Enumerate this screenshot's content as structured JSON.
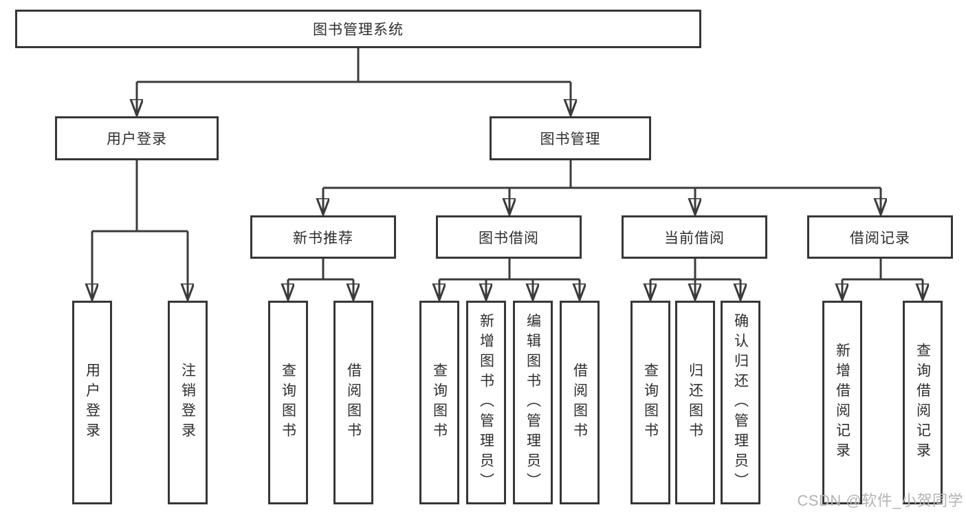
{
  "colors": {
    "background": "#ffffff",
    "line": "#3b3b3b",
    "box_border": "#363636",
    "text": "#2e2e2e",
    "watermark": "#b3b3b3"
  },
  "watermark": "CSDN @软件_小贺同学",
  "tree": {
    "root": "图书管理系统",
    "user_login": {
      "label": "用户登录",
      "children": [
        "用户登录",
        "注销登录"
      ]
    },
    "book_mgmt": {
      "label": "图书管理",
      "sections": [
        {
          "label": "新书推荐",
          "children": [
            "查询图书",
            "借阅图书"
          ]
        },
        {
          "label": "图书借阅",
          "children": [
            "查询图书",
            "新增图书（管理员）",
            "编辑图书（管理员）",
            "借阅图书"
          ]
        },
        {
          "label": "当前借阅",
          "children": [
            "查询图书",
            "归还图书",
            "确认归还（管理员）"
          ]
        },
        {
          "label": "借阅记录",
          "children": [
            "新增借阅记录",
            "查询借阅记录"
          ]
        }
      ]
    }
  }
}
